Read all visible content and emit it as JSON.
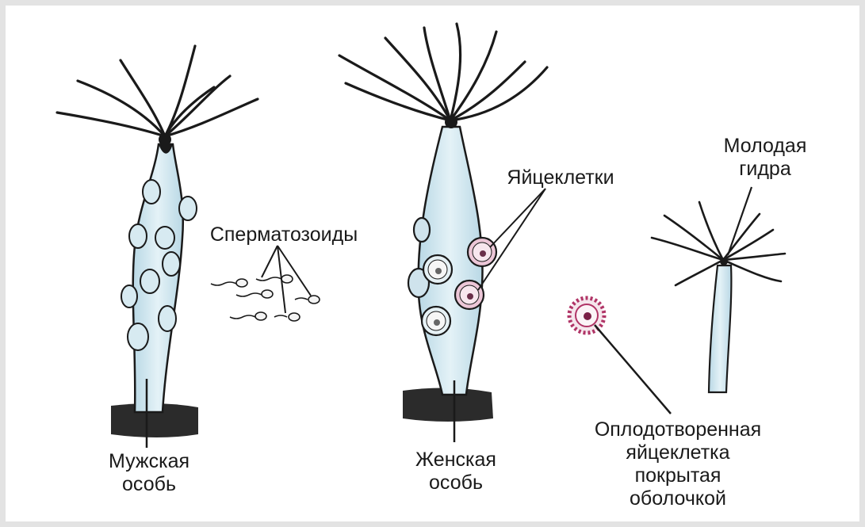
{
  "labels": {
    "male_line1": "Мужская",
    "male_line2": "особь",
    "female_line1": "Женская",
    "female_line2": "особь",
    "sperm": "Сперматозоиды",
    "eggs": "Яйцеклетки",
    "young_line1": "Молодая",
    "young_line2": "гидра",
    "zygote_line1": "Оплодотворенная",
    "zygote_line2": "яйцеклетка",
    "zygote_line3": "покрытая",
    "zygote_line4": "оболочкой"
  },
  "colors": {
    "body_fill": "#cfe6ef",
    "ink": "#1a1a1a",
    "egg_pink": "#e9c6d6",
    "zygote": "#b03466",
    "ground": "#2b2b2b"
  }
}
